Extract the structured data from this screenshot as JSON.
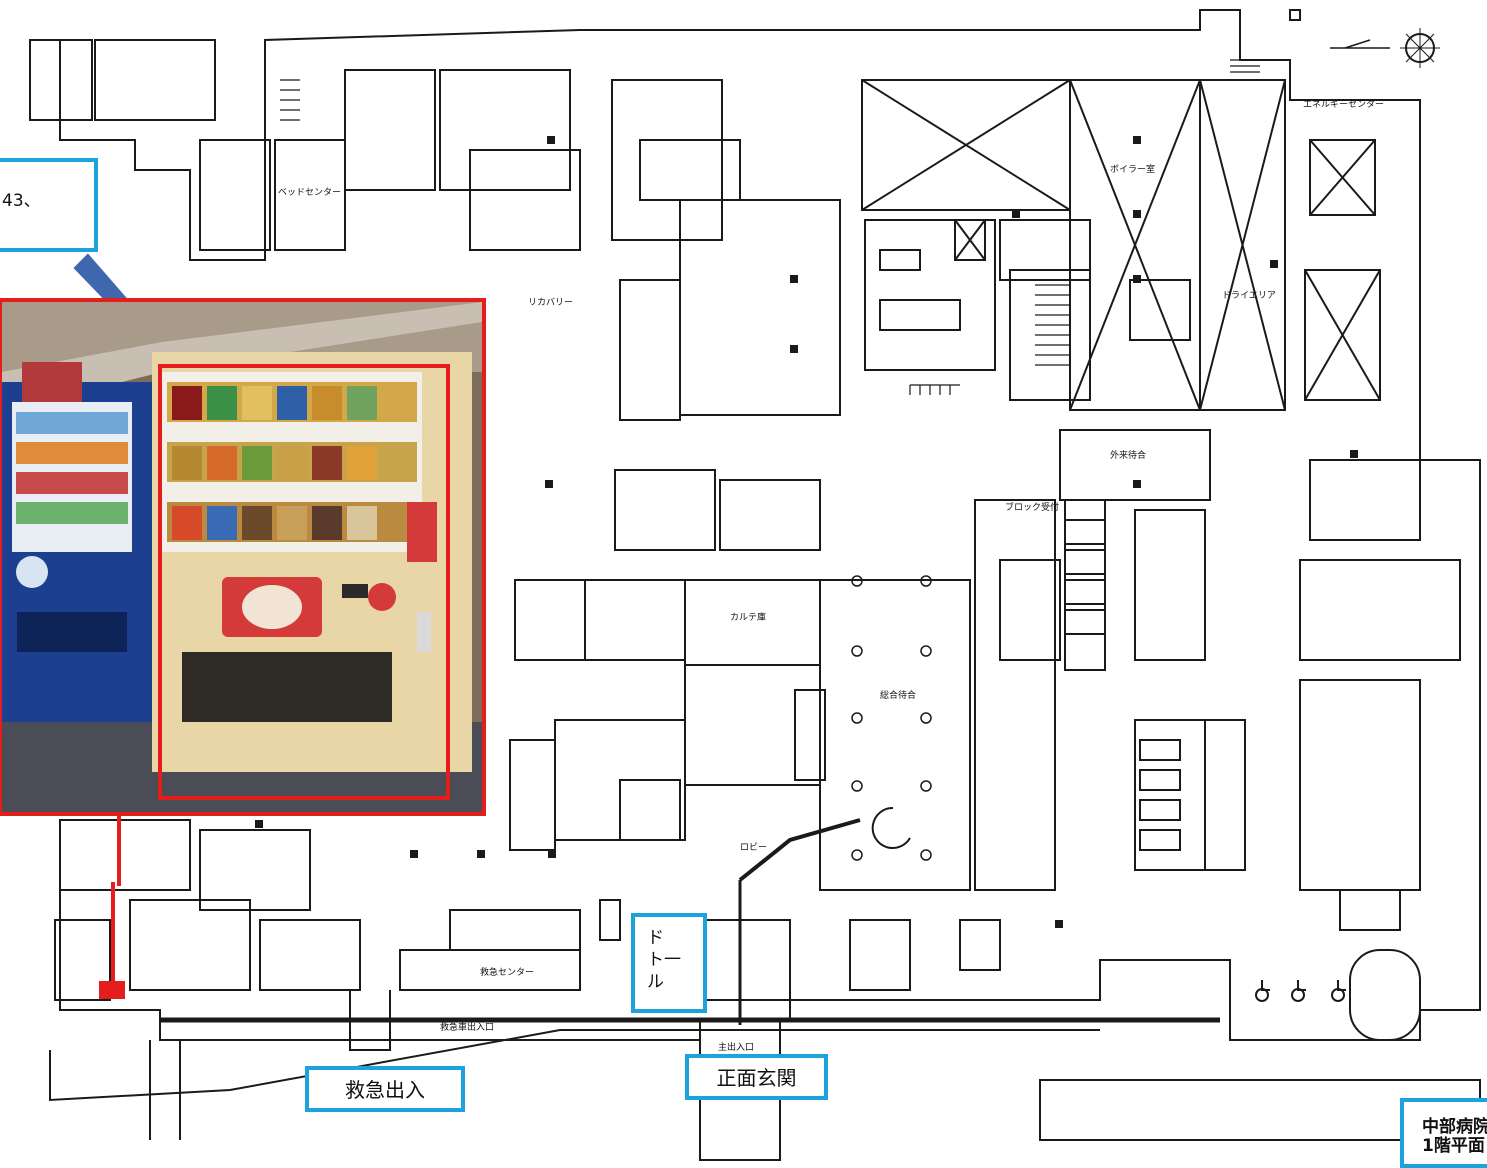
{
  "callouts": {
    "top_partial": "43、",
    "emergency_entrance": "救急出入",
    "main_entrance": "正面玄関",
    "dt_vertical": [
      "ド",
      "ト一",
      "ル"
    ],
    "title": [
      "中部病院",
      "1階平面"
    ]
  },
  "map_labels": {
    "energy_center": "エネルギーセンター",
    "boiler_room": "ボイラー室",
    "dry_area": "ドライエリア",
    "recovery": "リカバリー",
    "karte_library": "カルテ庫",
    "lobby": "ロビー",
    "main_entrance_small": "主出入口",
    "emergency_center": "救急センター",
    "bed_center": "ベッドセンター",
    "outpatient_waiting": "外来待合",
    "central_waiting": "総合待合",
    "emergency_exit_small": "救急車出入口",
    "block_reception": "ブロック受付"
  },
  "colors": {
    "callout_border": "#1da3dc",
    "highlight_red": "#e41d1d",
    "plan_line": "#1a1a1a",
    "arrow_fill": "#3e67ad"
  },
  "icons": {
    "compass": "north-arrow-icon",
    "wheelchair": "wheelchair-icon",
    "arrow": "pointer-arrow-icon"
  }
}
